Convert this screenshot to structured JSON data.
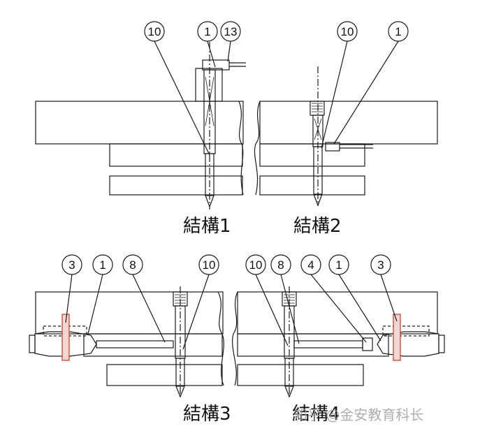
{
  "structures": [
    {
      "caption": "結構1",
      "balloons": [
        "10",
        "1",
        "13"
      ]
    },
    {
      "caption": "結構2",
      "balloons": [
        "10",
        "1"
      ]
    },
    {
      "caption": "結構3",
      "balloons": [
        "3",
        "1",
        "8",
        "10"
      ]
    },
    {
      "caption": "結構4",
      "balloons": [
        "10",
        "8",
        "4",
        "1",
        "3"
      ]
    }
  ],
  "watermark": "知乎 @金安教育科长",
  "colors": {
    "line": "#1a1a1a",
    "accent": "#c0392b"
  }
}
